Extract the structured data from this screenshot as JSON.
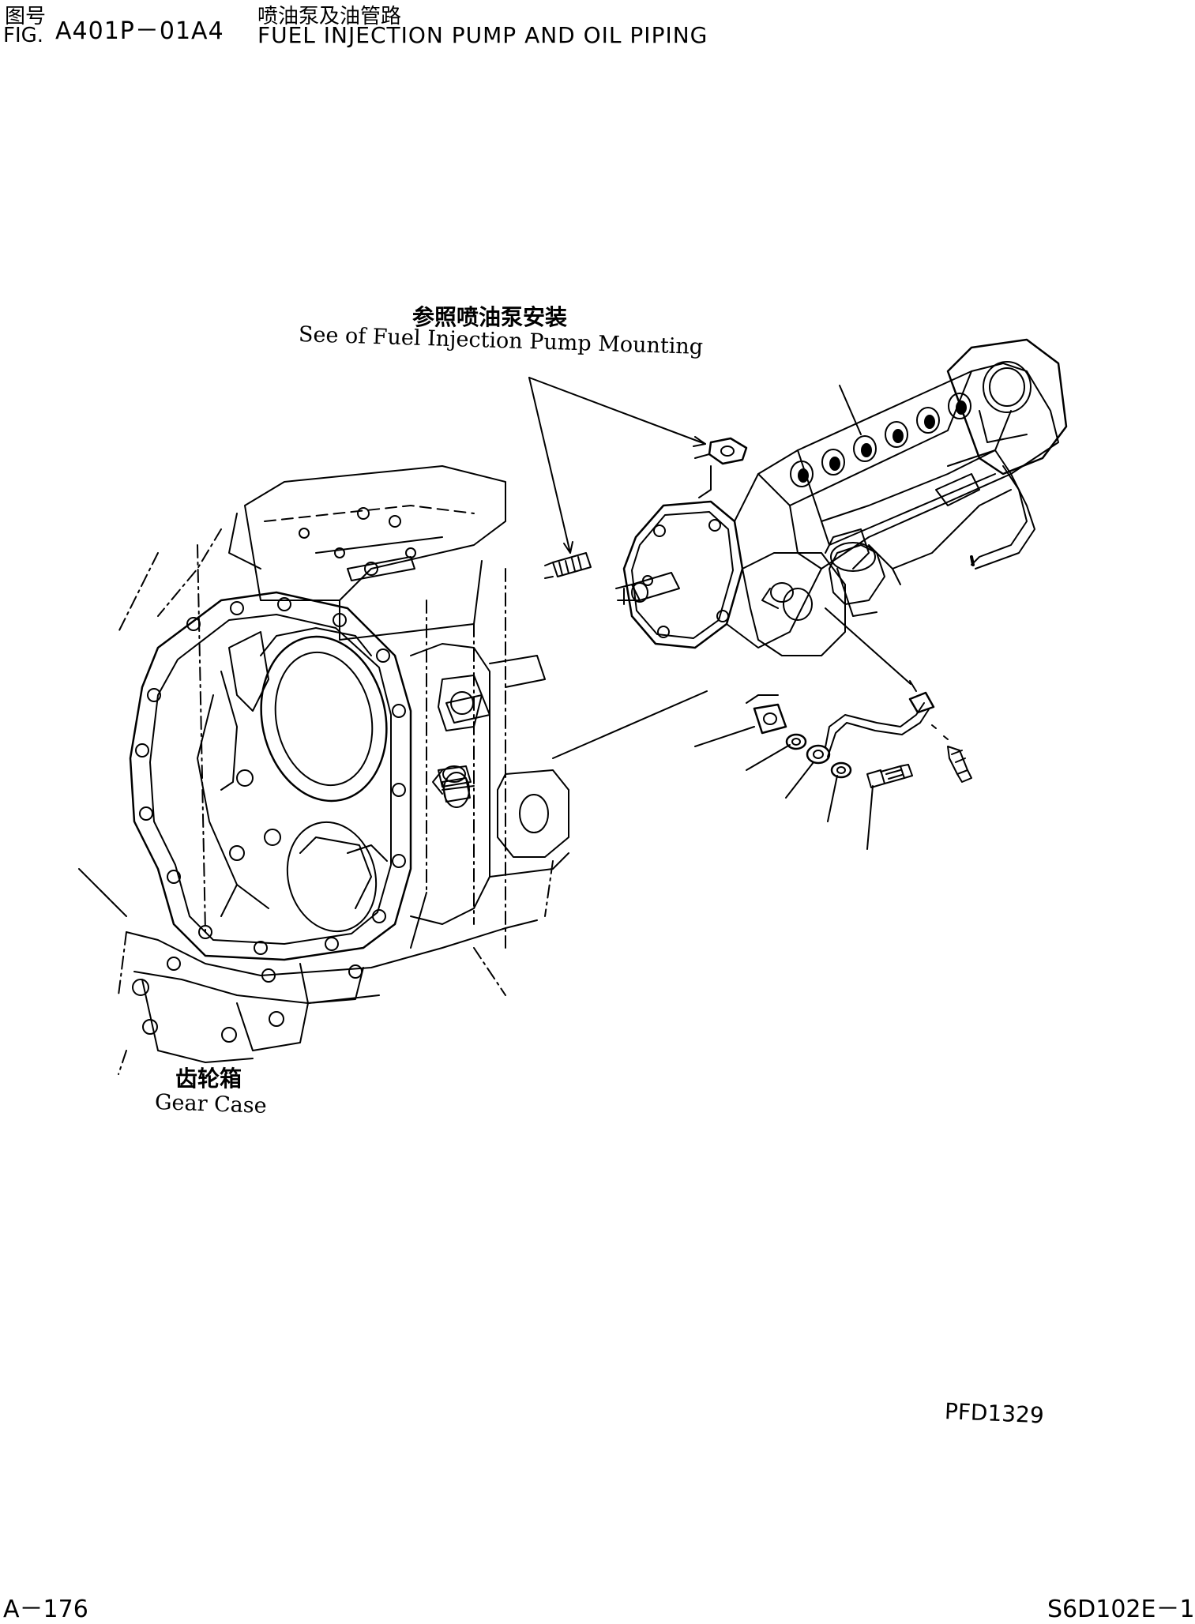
{
  "header": {
    "fig_label_cn": "图号",
    "fig_label_en": "FIG.",
    "fig_number": "A401P－01A4",
    "title_cn": "喷油泵及油管路",
    "title_en": "FUEL INJECTION PUMP AND OIL PIPING"
  },
  "callouts": {
    "reference_cn": "参照喷油泵安装",
    "reference_en": "See of Fuel Injection Pump Mounting",
    "gear_case_cn": "齿轮箱",
    "gear_case_en": "Gear Case"
  },
  "drawing_code": "PFD1329",
  "footer": {
    "page_left": "A－176",
    "page_right": "S6D102E－1"
  }
}
